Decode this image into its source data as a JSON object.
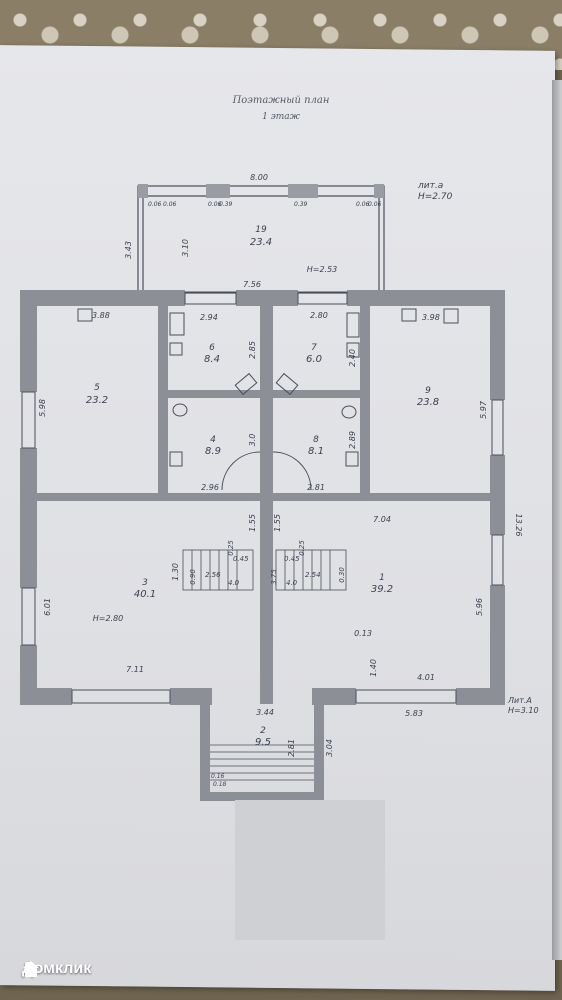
{
  "document": {
    "title": "Поэтажный план",
    "subtitle": "1 этаж",
    "lit_a": {
      "label": "лит.а",
      "height": "H=2.70"
    },
    "lit_A": {
      "label": "Лит.А",
      "height": "H=3.10"
    }
  },
  "rooms": [
    {
      "num": "19",
      "area": "23.4"
    },
    {
      "num": "5",
      "area": "23.2"
    },
    {
      "num": "6",
      "area": "8.4"
    },
    {
      "num": "7",
      "area": "6.0"
    },
    {
      "num": "9",
      "area": "23.8"
    },
    {
      "num": "4",
      "area": "8.9"
    },
    {
      "num": "8",
      "area": "8.1"
    },
    {
      "num": "3",
      "area": "40.1"
    },
    {
      "num": "1",
      "area": "39.2"
    },
    {
      "num": "2",
      "area": "9.5"
    }
  ],
  "dimensions": {
    "veranda_width": "8.00",
    "veranda_depth": "3.43",
    "veranda_inner": "3.10",
    "veranda_height": "H=2.53",
    "v_06_a": "0.06",
    "v_06_b": "0.06",
    "v_06_c": "0.06",
    "v_39_a": "0.39",
    "v_39_b": "0.39",
    "v_06_d": "0.06",
    "v_06_e": "0.06",
    "top_756": "7.56",
    "r5_top": "3.88",
    "r6_top": "2.94",
    "r7_top": "2.80",
    "r9_top": "3.98",
    "r6_h": "2.85",
    "r7_h": "2.40",
    "r5_h": "5.98",
    "r9_h": "5.97",
    "r4_h": "3.0",
    "r8_h": "2.89",
    "r4_w": "2.96",
    "r8_w": "2.81",
    "right_total": "13.26",
    "r1_top": "7.04",
    "corr_l": "1.55",
    "corr_r": "1.55",
    "r3_h": "6.01",
    "r3_height": "H=2.80",
    "r3_w": "7.11",
    "r1_h": "5.96",
    "r1_013": "0.13",
    "r1_140": "1.40",
    "r1_401": "4.01",
    "bottom_583": "5.83",
    "porch_w": "3.44",
    "porch_h": "3.04",
    "porch_281": "2.81",
    "stair_130": "1.30",
    "stair_090": "0.90",
    "stair_256": "2.56",
    "stair_40a": "4.0",
    "stair_40b": "4.0",
    "stair_254": "2.54",
    "stair_030": "0.30",
    "stair_025a": "0.25",
    "stair_025b": "0.25",
    "stair_375": "3.75",
    "stair_445a": "0.45",
    "stair_445b": "0.45",
    "porch_016": "0.16",
    "porch_018": "0.18"
  },
  "watermark": {
    "brand": "Домклик"
  },
  "colors": {
    "wall": "#8d8f96",
    "line": "#4a4e5a",
    "paper": "#e3e4e8"
  }
}
